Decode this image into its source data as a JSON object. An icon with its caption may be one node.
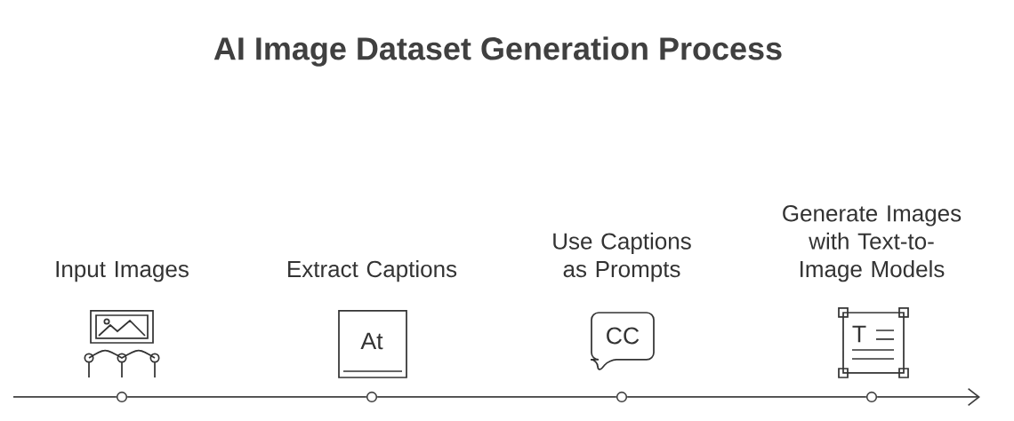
{
  "diagram": {
    "title": "AI Image Dataset Generation Process",
    "nodes": [
      {
        "text": [
          "Input Images"
        ]
      },
      {
        "text": [
          "Extract Captions"
        ]
      },
      {
        "text": [
          "Use Captions as Prompts"
        ]
      },
      {
        "text": [
          "Generate Images with Text-to-Image Models"
        ]
      },
      {
        "text": [],
        "shape": "circle"
      },
      {
        "text": [],
        "shape": "circle"
      },
      {
        "text": [],
        "shape": "circle"
      },
      {
        "text": [],
        "shape": "circle"
      }
    ],
    "edges": [
      {
        "from": null,
        "to": 4,
        "arrow": "none"
      },
      {
        "from": 4,
        "to": 5,
        "arrow": "none"
      },
      {
        "from": 5,
        "to": 6,
        "arrow": "none"
      },
      {
        "from": 6,
        "to": 7,
        "arrow": "none"
      },
      {
        "from": 7,
        "to": null,
        "arrow": "to"
      }
    ],
    "labels": [
      "At",
      "CC",
      "T"
    ]
  }
}
